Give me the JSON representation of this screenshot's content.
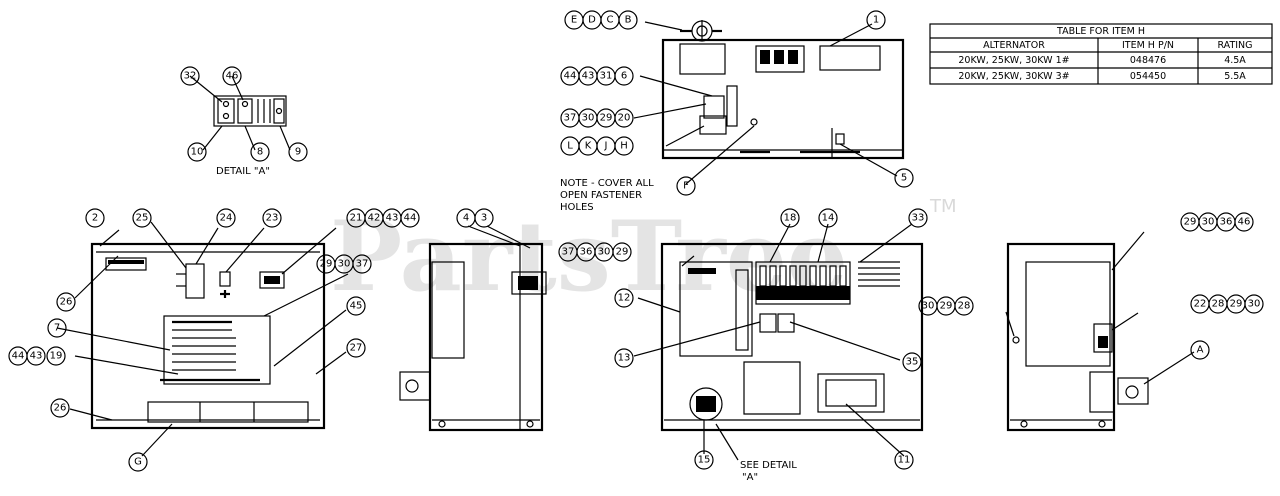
{
  "watermark": {
    "text": "PartsTree",
    "tm": "TM"
  },
  "notes": {
    "detail_a": "DETAIL \"A\"",
    "note_line1": "NOTE - COVER ALL",
    "note_line2": "OPEN FASTENER",
    "note_line3": "HOLES",
    "see_detail_1": "SEE DETAIL",
    "see_detail_2": "\"A\""
  },
  "table": {
    "title": "TABLE FOR ITEM H",
    "headers": [
      "ALTERNATOR",
      "ITEM H P/N",
      "RATING"
    ],
    "rows": [
      [
        "20KW, 25KW, 30KW 1#",
        "048476",
        "4.5A"
      ],
      [
        "20KW, 25KW, 30KW 3#",
        "054450",
        "5.5A"
      ]
    ]
  },
  "callouts": {
    "c32": "32",
    "c46a": "46",
    "c10": "10",
    "c8": "8",
    "c9": "9",
    "cE": "E",
    "cD": "D",
    "cC": "C",
    "cB": "B",
    "c1": "1",
    "c44a": "44",
    "c43a": "43",
    "c31": "31",
    "c6": "6",
    "c37a": "37",
    "c30a": "30",
    "c29a": "29",
    "c20": "20",
    "cL": "L",
    "cK": "K",
    "cJ": "J",
    "cH": "H",
    "cF": "F",
    "c5": "5",
    "c2": "2",
    "c25": "25",
    "c24": "24",
    "c23": "23",
    "c21": "21",
    "c42": "42",
    "c43b": "43",
    "c44b": "44",
    "c4": "4",
    "c3": "3",
    "c37b": "37",
    "c36a": "36",
    "c30b": "30",
    "c29b": "29",
    "c18": "18",
    "c14": "14",
    "c33": "33",
    "c29c": "29",
    "c30c": "30",
    "c36b": "36",
    "c46b": "46",
    "c26a": "26",
    "c29d": "29",
    "c30d": "30",
    "c37c": "37",
    "c45": "45",
    "c7": "7",
    "c27": "27",
    "c44c": "44",
    "c43c": "43",
    "c19": "19",
    "c26b": "26",
    "cG": "G",
    "c12": "12",
    "c13": "13",
    "c35": "35",
    "c15": "15",
    "c11": "11",
    "c30e": "30",
    "c29e": "29",
    "c28a": "28",
    "c22": "22",
    "c28b": "28",
    "c29f": "29",
    "c30f": "30",
    "cA": "A"
  }
}
